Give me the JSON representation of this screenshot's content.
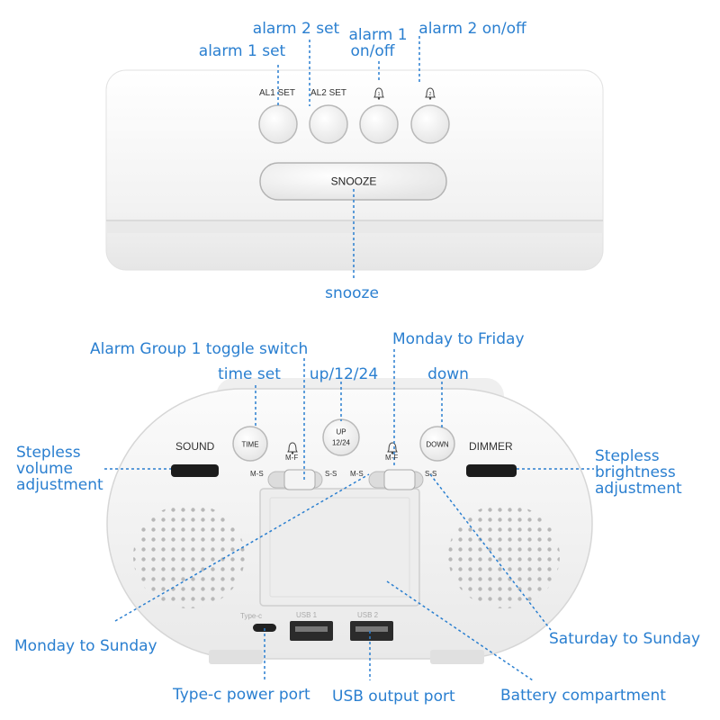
{
  "top_device": {
    "buttons": [
      {
        "print": "AL1  SET"
      },
      {
        "print": "AL2  SET"
      },
      {
        "print": "bell-icon"
      },
      {
        "print": "bell-icon"
      }
    ],
    "snooze_button": "SNOOZE"
  },
  "top_labels": {
    "alarm1_set": "alarm 1 set",
    "alarm2_set": "alarm 2 set",
    "alarm1_onoff_line1": "alarm 1",
    "alarm1_onoff_line2": "on/off",
    "alarm2_onoff": "alarm 2 on/off",
    "snooze": "snooze"
  },
  "back_device": {
    "sound": "SOUND",
    "dimmer": "DIMMER",
    "time_button": "TIME",
    "up_button_line1": "UP",
    "up_button_line2": "12/24",
    "down_button": "DOWN",
    "mf_label": "M-F",
    "ms_label": "M-S",
    "ss_label": "S-S",
    "typec_print": "Type-c",
    "usb1_print": "USB 1",
    "usb2_print": "USB 2"
  },
  "bottom_labels": {
    "alarm_group_toggle": "Alarm Group 1 toggle switch",
    "time_set": "time set",
    "up_12_24": "up/12/24",
    "monday_to_friday": "Monday to Friday",
    "down": "down",
    "stepless_volume": "Stepless volume adjustment",
    "stepless_brightness": "Stepless brightness adjustment",
    "monday_to_sunday": "Monday to Sunday",
    "saturday_to_sunday": "Saturday to Sunday",
    "typec_power": "Type-c power port",
    "usb_output": "USB output port",
    "battery": "Battery compartment"
  },
  "colors": {
    "label": "#2a7fd0",
    "device_body": "#f4f4f4",
    "device_shadow": "#dcdcdc",
    "text_dark": "#222222"
  }
}
